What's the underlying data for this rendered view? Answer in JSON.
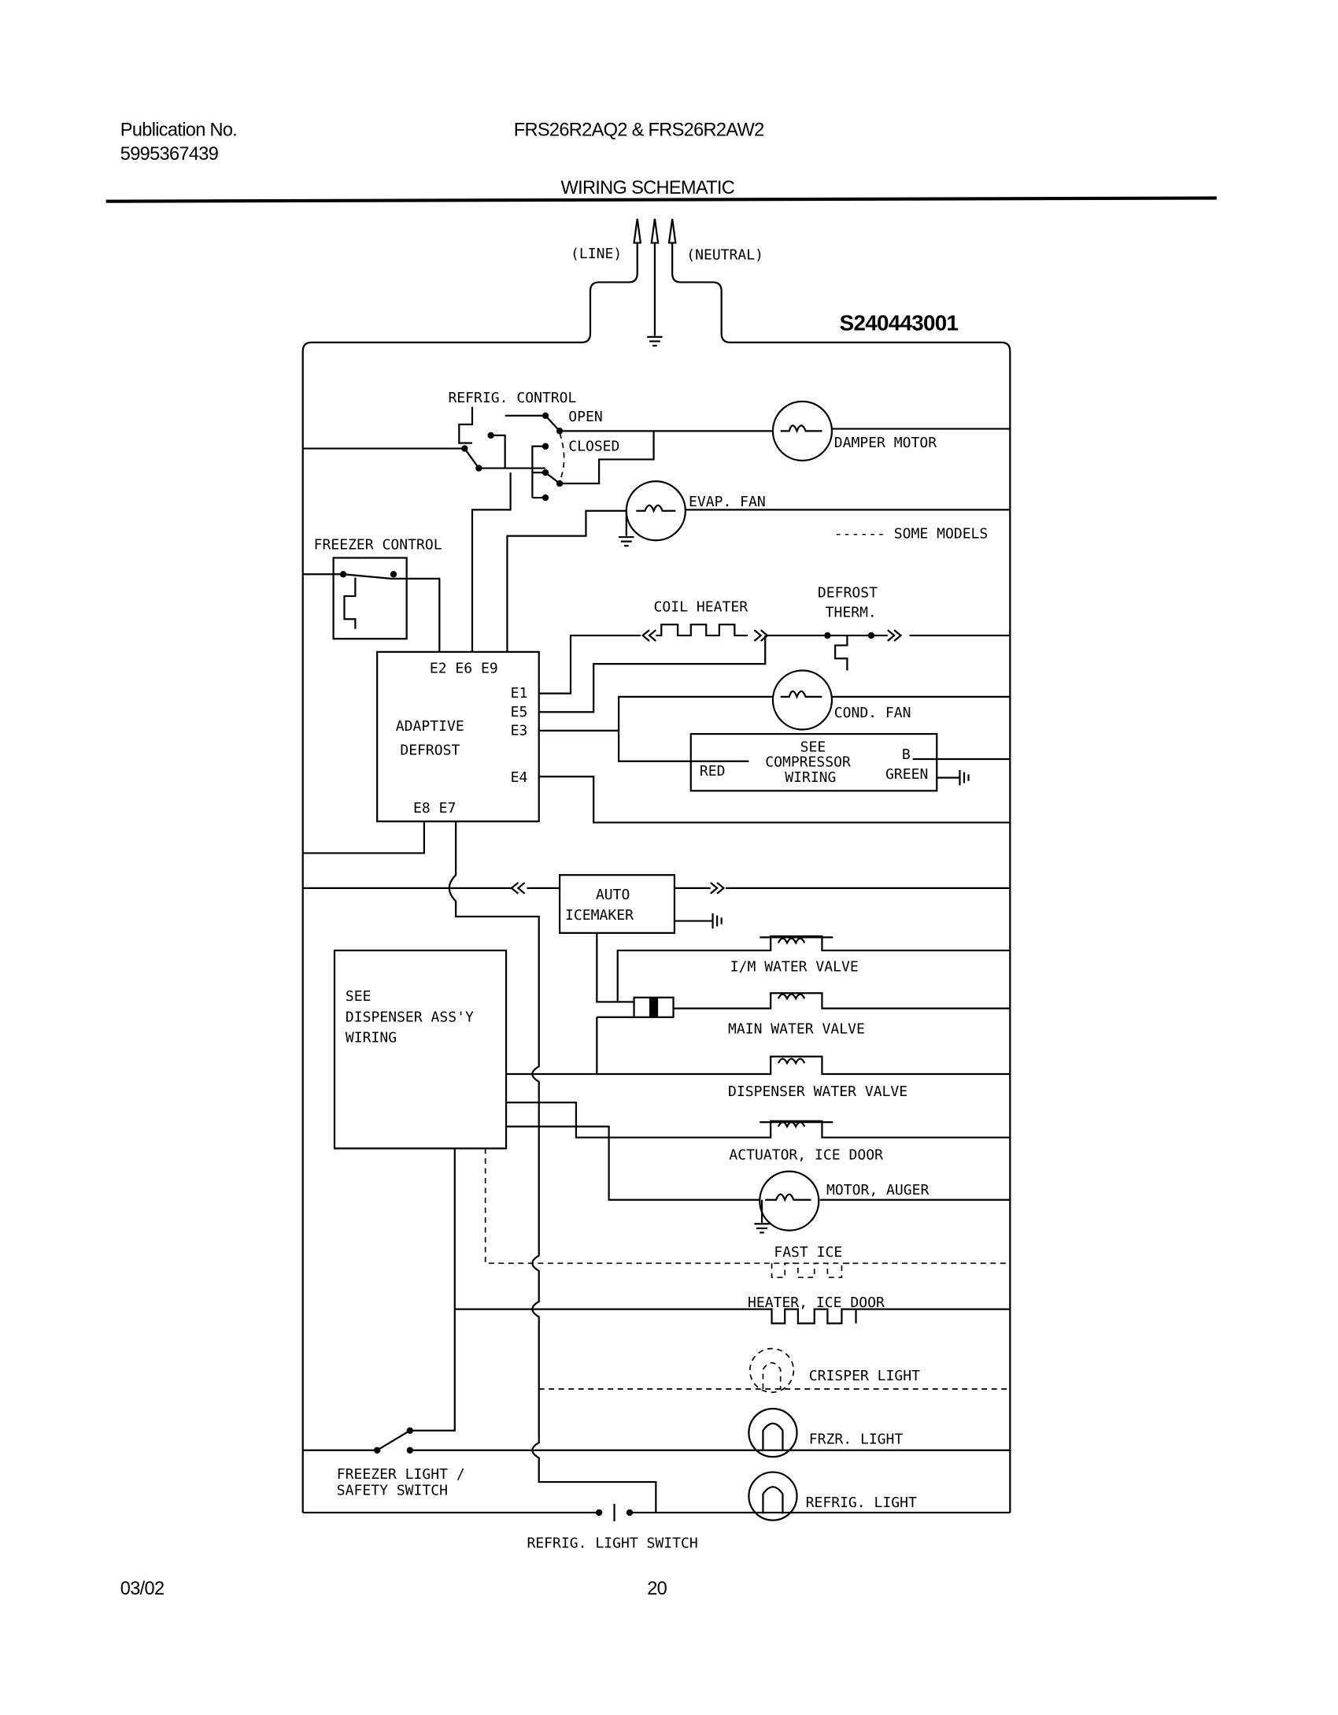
{
  "header": {
    "publication_label": "Publication No.",
    "publication_number": "5995367439",
    "models": "FRS26R2AQ2 & FRS26R2AW2",
    "title": "WIRING SCHEMATIC"
  },
  "footer": {
    "date": "03/02",
    "page": "20"
  },
  "schematic": {
    "drawing_number": "S240443001",
    "line": "(LINE)",
    "neutral": "(NEUTRAL)",
    "legend_some_models": "------ SOME MODELS",
    "refrig_control": {
      "label": "REFRIG. CONTROL",
      "open": "OPEN",
      "closed": "CLOSED"
    },
    "damper_motor": "DAMPER MOTOR",
    "evap_fan": "EVAP. FAN",
    "freezer_control": "FREEZER CONTROL",
    "coil_heater": "COIL HEATER",
    "defrost_therm": [
      "DEFROST",
      "THERM."
    ],
    "adaptive_defrost": {
      "label": [
        "ADAPTIVE",
        "DEFROST"
      ],
      "top_terminals": "E2 E6 E9",
      "e1": "E1",
      "e5": "E5",
      "e3": "E3",
      "e4": "E4",
      "bottom_terminals": "E8 E7"
    },
    "cond_fan": "COND. FAN",
    "compressor": {
      "lines": [
        "SEE",
        "COMPRESSOR",
        "WIRING"
      ],
      "red": "RED",
      "b": "B",
      "green": "GREEN"
    },
    "icemaker": [
      "AUTO",
      "ICEMAKER"
    ],
    "dispenser": [
      "SEE",
      "DISPENSER ASS'Y",
      "WIRING"
    ],
    "im_water_valve": "I/M WATER VALVE",
    "main_water_valve": "MAIN WATER VALVE",
    "dispenser_water_valve": "DISPENSER WATER VALVE",
    "actuator_ice_door": "ACTUATOR, ICE DOOR",
    "motor_auger": "MOTOR, AUGER",
    "fast_ice": "FAST ICE",
    "heater_ice_door": "HEATER, ICE DOOR",
    "crisper_light": "CRISPER LIGHT",
    "frzr_light": "FRZR. LIGHT",
    "refrig_light": "REFRIG. LIGHT",
    "freezer_light_switch": [
      "FREEZER LIGHT /",
      "SAFETY SWITCH"
    ],
    "refrig_light_switch": "REFRIG. LIGHT SWITCH"
  }
}
